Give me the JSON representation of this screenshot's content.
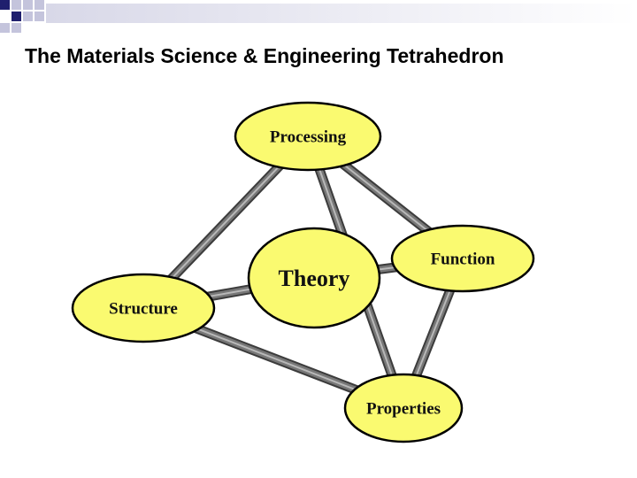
{
  "slide": {
    "title": "The Materials Science & Engineering Tetrahedron"
  },
  "diagram": {
    "nodes": [
      {
        "id": "processing",
        "label": "Processing"
      },
      {
        "id": "theory",
        "label": "Theory"
      },
      {
        "id": "function",
        "label": "Function"
      },
      {
        "id": "structure",
        "label": "Structure"
      },
      {
        "id": "properties",
        "label": "Properties"
      }
    ],
    "edges": [
      {
        "from": "processing",
        "to": "structure"
      },
      {
        "from": "processing",
        "to": "function"
      },
      {
        "from": "processing",
        "to": "properties"
      },
      {
        "from": "function",
        "to": "properties"
      },
      {
        "from": "structure",
        "to": "properties"
      },
      {
        "from": "theory",
        "to": "structure"
      },
      {
        "from": "theory",
        "to": "function"
      }
    ]
  },
  "colors": {
    "node_fill": "#fafa70",
    "node_stroke": "#000000",
    "rod": "#777777",
    "corner_navy": "#1f1f6e",
    "corner_light": "#c4c4dc"
  }
}
